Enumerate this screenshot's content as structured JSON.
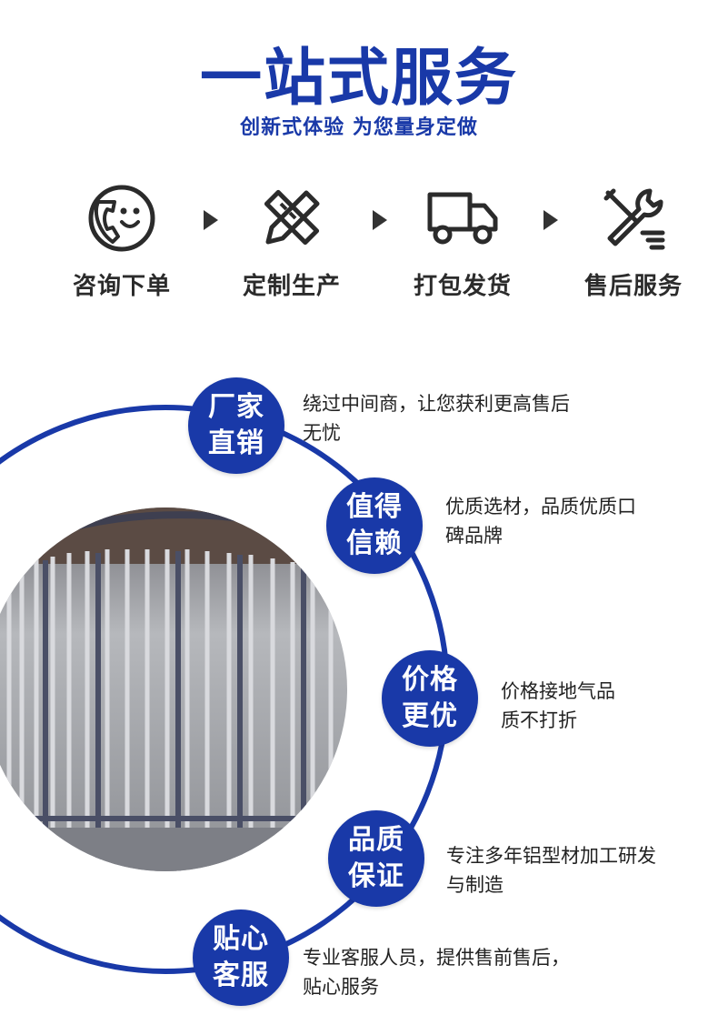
{
  "header": {
    "title": "一站式服务",
    "subtitle": "创新式体验 为您量身定做"
  },
  "steps": [
    {
      "label": "咨询下单",
      "icon": "phone-smile-icon"
    },
    {
      "label": "定制生产",
      "icon": "ruler-pencil-icon"
    },
    {
      "label": "打包发货",
      "icon": "truck-icon"
    },
    {
      "label": "售后服务",
      "icon": "wrench-screwdriver-icon"
    }
  ],
  "features": [
    {
      "line1": "厂家",
      "line2": "直销",
      "desc": "绕过中间商，让您获利更高售后无忧"
    },
    {
      "line1": "值得",
      "line2": "信赖",
      "desc": "优质选材，品质优质口碑品牌"
    },
    {
      "line1": "价格",
      "line2": "更优",
      "desc": "价格接地气品质不打折"
    },
    {
      "line1": "品质",
      "line2": "保证",
      "desc": "专注多年铝型材加工研发与制造"
    },
    {
      "line1": "贴心",
      "line2": "客服",
      "desc": "专业客服人员，提供售前售后，贴心服务"
    }
  ],
  "colors": {
    "brand": "#1939a8",
    "text": "#222222"
  }
}
